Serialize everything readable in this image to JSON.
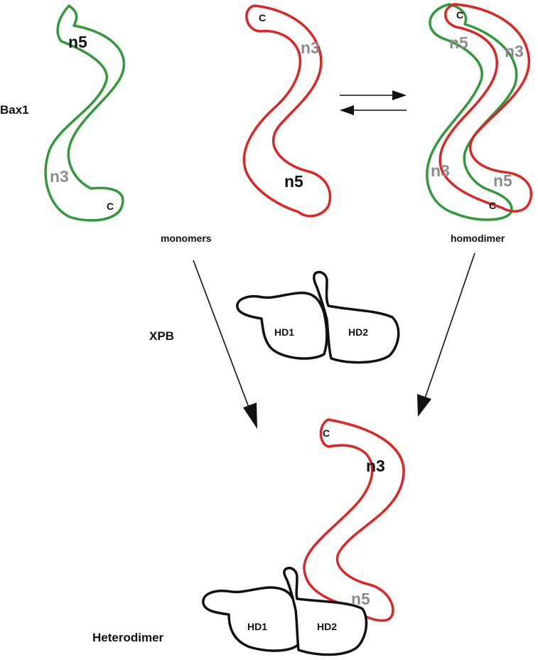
{
  "labels": {
    "bax1": "Bax1",
    "monomers": "monomers",
    "homodimer": "homodimer",
    "xpb": "XPB",
    "heterodimer": "Heterodimer"
  },
  "monomer_green": {
    "n5": "n5",
    "n3": "n3",
    "c": "C"
  },
  "monomer_red": {
    "c": "C",
    "n3": "n3",
    "n5": "n5"
  },
  "homodimer_labels": {
    "c_top": "C",
    "n5_green": "n5",
    "n3_red": "n3",
    "n3_green": "n3",
    "n5_red": "n5",
    "c_bottom": "C"
  },
  "xpb_domains": {
    "hd1": "HD1",
    "hd2": "HD2"
  },
  "heterodimer_labels": {
    "c": "C",
    "n3": "n3",
    "n5": "n5",
    "hd1": "HD1",
    "hd2": "HD2"
  },
  "colors": {
    "bax_green": "#2e9a3a",
    "bax_red": "#e02424",
    "outline": "#111111",
    "label_gray": "#8c8c8c"
  }
}
